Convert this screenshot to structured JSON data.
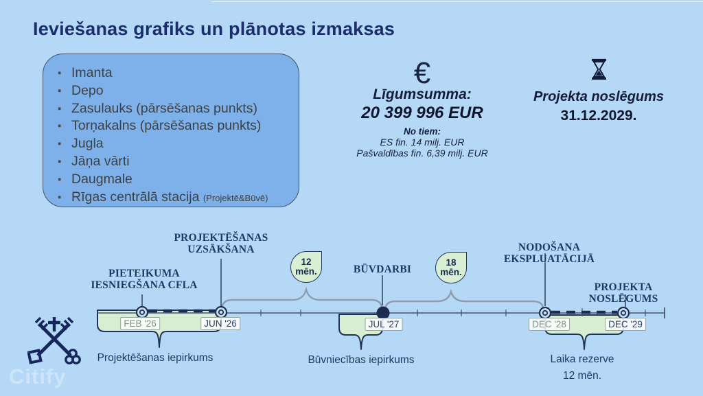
{
  "slide": {
    "title": "Ieviešanas grafiks un plānotas izmaksas",
    "watermark": "Citify",
    "colors": {
      "background": "#b4d8f6",
      "panel_blue": "#7eb1e9",
      "phase_green": "#d7eed2",
      "navy": "#1f3050",
      "title_navy": "#1b2e6b",
      "brace_gray": "#8e9cae"
    }
  },
  "stations": {
    "items": [
      "Imanta",
      "Depo",
      "Zasulauks (pārsēšanas punkts)",
      "Torņakalns (pārsēšanas punkts)",
      "Jugla",
      "Jāņa vārti",
      "Daugmale"
    ],
    "last_item": "Rīgas centrālā stacija",
    "last_item_note": "(Projektē&Būvē)"
  },
  "contract": {
    "euro_symbol": "€",
    "label": "Līgumsumma:",
    "amount": "20 399 996 EUR",
    "breakdown_intro": "No tiem:",
    "breakdown": [
      "ES fin. 14 milj. EUR",
      "Pašvaldības fin. 6,39 milj. EUR"
    ]
  },
  "closure": {
    "label": "Projekta noslēgums",
    "date": "31.12.2029."
  },
  "timeline": {
    "milestones": [
      {
        "label": "PIETEIKUMA\nIESNIEGŠANA CFLA",
        "date": "FEB '26"
      },
      {
        "label": "PROJEKTĒŠANAS\nUZSĀKŠANA",
        "date": "JUN '26"
      },
      {
        "label": "BŪVDARBI",
        "date": "JUL '27"
      },
      {
        "label": "NODOŠANA EKSPLUATĀCIJĀ",
        "date": "DEC '28"
      },
      {
        "label": "PROJEKTA NOSLĒGUMS",
        "date": "DEC '29"
      }
    ],
    "durations": [
      "12\nmēn.",
      "18\nmēn."
    ],
    "phases": [
      "Projektēšanas iepirkums",
      "Būvniecības iepirkums",
      "Laika rezerve\n12 mēn."
    ]
  }
}
